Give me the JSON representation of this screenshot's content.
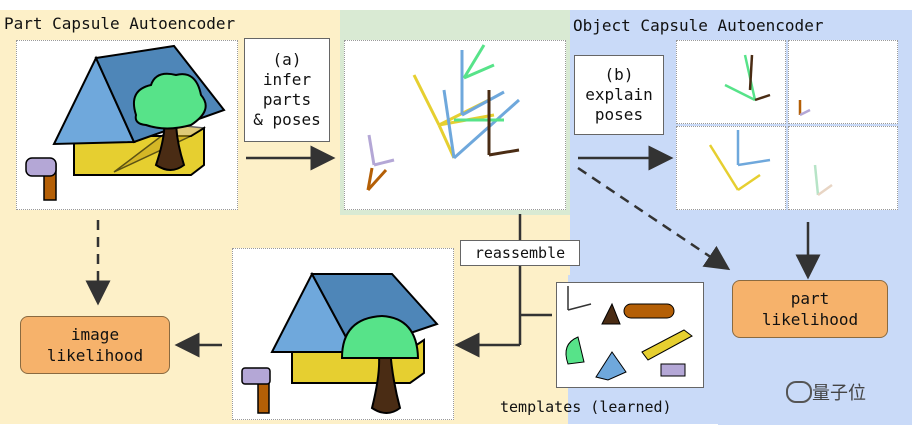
{
  "part_capsule_title": "Part Capsule Autoencoder",
  "object_capsule_title": "Object Capsule Autoencoder",
  "step_a": "(a)\ninfer\nparts\n& poses",
  "step_b": "(b)\nexplain\nposes",
  "reassemble": "reassemble",
  "templates": "templates (learned)",
  "image_likelihood": "image\nlikelihood",
  "part_likelihood": "part\nlikelihood",
  "watermark": "量子位",
  "colors": {
    "part_region": "#fdf0c8",
    "object_region": "#c9daf8",
    "parts_region": "#d9ead3",
    "orange": "#f6b26b",
    "house_roof": "#6fa8dc",
    "house_wall": "#e6cf30",
    "tree_green": "#57e389",
    "tree_trunk": "#4a2c14",
    "hammer_head": "#b4a7d6",
    "hammer_handle": "#b45f06"
  }
}
